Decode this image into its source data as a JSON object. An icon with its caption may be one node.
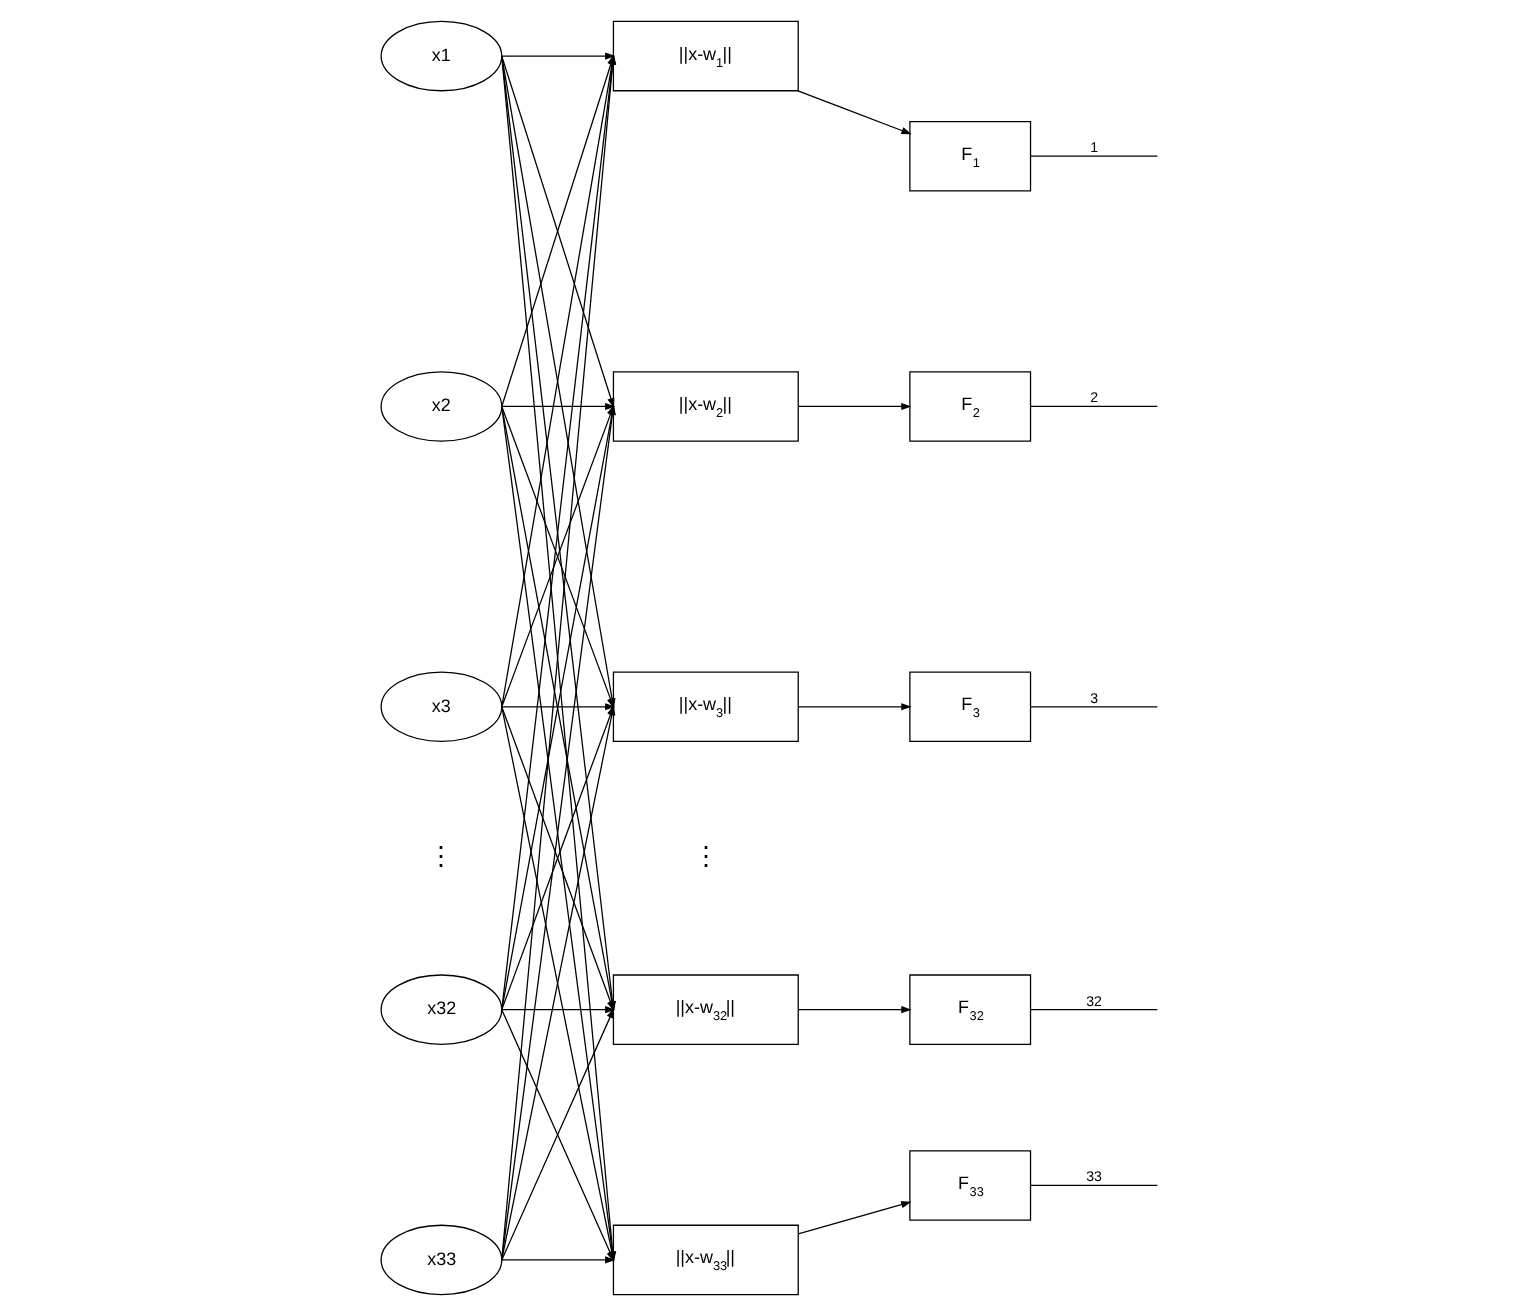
{
  "diagram": {
    "nodes": [
      {
        "text": [
          "x1"
        ]
      },
      {
        "text": [
          "x2"
        ]
      },
      {
        "text": [
          "x3"
        ]
      },
      {
        "text": [
          "x32"
        ]
      },
      {
        "text": [
          "x33"
        ]
      },
      {
        "text": [
          "||x-w$_{1}$||"
        ]
      },
      {
        "text": [
          "||x-w$_{2}$||"
        ]
      },
      {
        "text": [
          "||x-w$_{3}$||"
        ]
      },
      {
        "text": [
          "||x-w$_{32}$||"
        ]
      },
      {
        "text": [
          "||x-w$_{33}$||"
        ]
      },
      {
        "text": [
          "F$_{1}$"
        ]
      },
      {
        "text": [
          "F$_{2}$"
        ]
      },
      {
        "text": [
          "F$_{3}$"
        ]
      },
      {
        "text": [
          "F$_{32}$"
        ]
      },
      {
        "text": [
          "F$_{33}$"
        ]
      }
    ],
    "edges": [
      {
        "from": 0,
        "to": 5,
        "arrow": "to"
      },
      {
        "from": 0,
        "to": 6,
        "arrow": "to"
      },
      {
        "from": 0,
        "to": 7,
        "arrow": "to"
      },
      {
        "from": 0,
        "to": 8,
        "arrow": "to"
      },
      {
        "from": 0,
        "to": 9,
        "arrow": "to"
      },
      {
        "from": 1,
        "to": 5,
        "arrow": "to"
      },
      {
        "from": 1,
        "to": 6,
        "arrow": "to"
      },
      {
        "from": 1,
        "to": 7,
        "arrow": "to"
      },
      {
        "from": 1,
        "to": 8,
        "arrow": "to"
      },
      {
        "from": 1,
        "to": 9,
        "arrow": "to"
      },
      {
        "from": 2,
        "to": 5,
        "arrow": "to"
      },
      {
        "from": 2,
        "to": 6,
        "arrow": "to"
      },
      {
        "from": 2,
        "to": 7,
        "arrow": "to"
      },
      {
        "from": 2,
        "to": 8,
        "arrow": "to"
      },
      {
        "from": 2,
        "to": 9,
        "arrow": "to"
      },
      {
        "from": 3,
        "to": 5,
        "arrow": "to"
      },
      {
        "from": 3,
        "to": 6,
        "arrow": "to"
      },
      {
        "from": 3,
        "to": 7,
        "arrow": "to"
      },
      {
        "from": 3,
        "to": 8,
        "arrow": "to"
      },
      {
        "from": 3,
        "to": 9,
        "arrow": "to"
      },
      {
        "from": 4,
        "to": 5,
        "arrow": "to"
      },
      {
        "from": 4,
        "to": 6,
        "arrow": "to"
      },
      {
        "from": 4,
        "to": 7,
        "arrow": "to"
      },
      {
        "from": 4,
        "to": 8,
        "arrow": "to"
      },
      {
        "from": 4,
        "to": 9,
        "arrow": "to"
      },
      {
        "from": 5,
        "to": 10,
        "arrow": "to"
      },
      {
        "from": 6,
        "to": 11,
        "arrow": "to"
      },
      {
        "from": 7,
        "to": 12,
        "arrow": "to"
      },
      {
        "from": 8,
        "to": 13,
        "arrow": "to"
      },
      {
        "from": 9,
        "to": 14,
        "arrow": "to"
      },
      {
        "from": 10,
        "to": null,
        "arrow": "none",
        "label": "1"
      },
      {
        "from": 11,
        "to": null,
        "arrow": "none",
        "label": "2"
      },
      {
        "from": 12,
        "to": null,
        "arrow": "none",
        "label": "3"
      },
      {
        "from": 13,
        "to": null,
        "arrow": "none",
        "label": "32"
      },
      {
        "from": 14,
        "to": null,
        "arrow": "none",
        "label": "33"
      }
    ],
    "labels": [
      "⋮",
      "⋮"
    ]
  }
}
